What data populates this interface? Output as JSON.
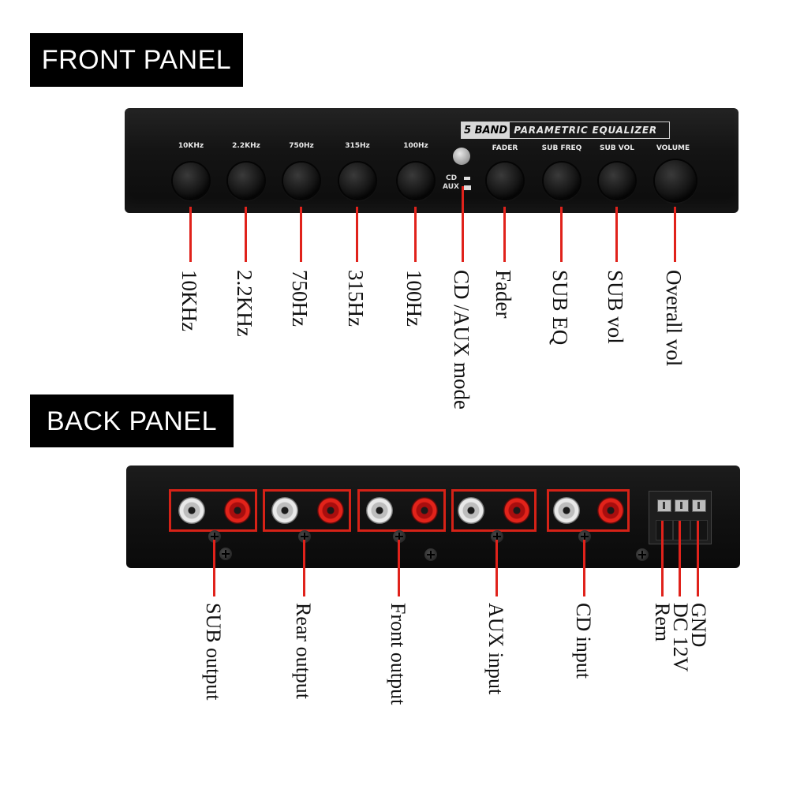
{
  "front": {
    "heading": "FRONT PANEL",
    "device_title_a": "5 BAND",
    "device_title_b": "PARAMETRIC EQUALIZER",
    "knob_labels": [
      "10KHz",
      "2.2KHz",
      "750Hz",
      "315Hz",
      "100Hz",
      "FADER",
      "SUB FREQ",
      "SUB VOL",
      "VOLUME"
    ],
    "mode_labels": [
      "CD",
      "AUX"
    ],
    "callouts": [
      "10KHz",
      "2.2KHz",
      "750Hz",
      "315Hz",
      "100Hz",
      "CD /AUX mode",
      "Fader",
      "SUB EQ",
      "SUB vol",
      "Overall vol"
    ]
  },
  "back": {
    "heading": "BACK PANEL",
    "callouts": [
      "SUB output",
      "Rear output",
      "Front output",
      "AUX input",
      "CD input",
      "Rem",
      "DC 12V",
      "GND"
    ]
  },
  "colors": {
    "callout_line": "#e0221b",
    "highlight_box": "#d62217",
    "panel": "#141414"
  }
}
